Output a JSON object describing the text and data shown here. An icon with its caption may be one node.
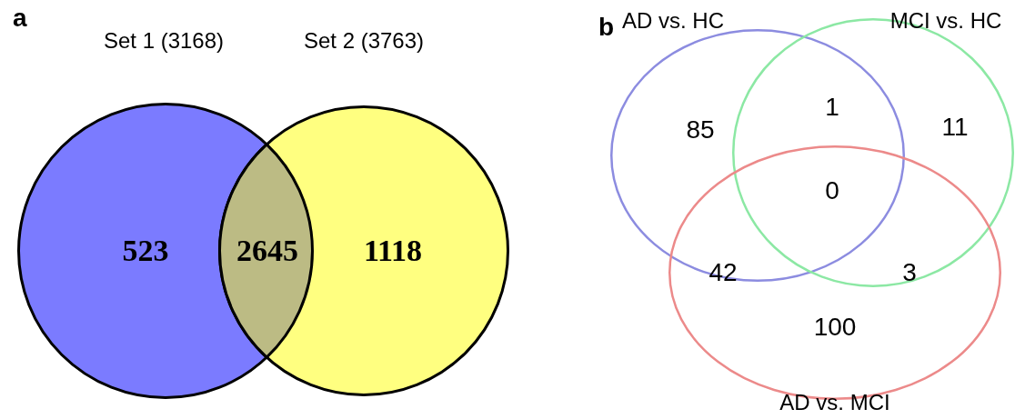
{
  "diagram": {
    "nodes": [
      {
        "text": [
          "Set 1 (3168)"
        ]
      },
      {
        "text": [
          "Set 2 (3763)"
        ]
      },
      {
        "text": [
          "AD vs. HC"
        ]
      },
      {
        "text": [
          "MCI vs. HC"
        ]
      },
      {
        "text": [
          "AD vs. MCI"
        ]
      }
    ],
    "labels": [
      "a",
      "523",
      "2645",
      "1118",
      "b",
      "85",
      "1",
      "11",
      "0",
      "42",
      "3",
      "100"
    ]
  }
}
